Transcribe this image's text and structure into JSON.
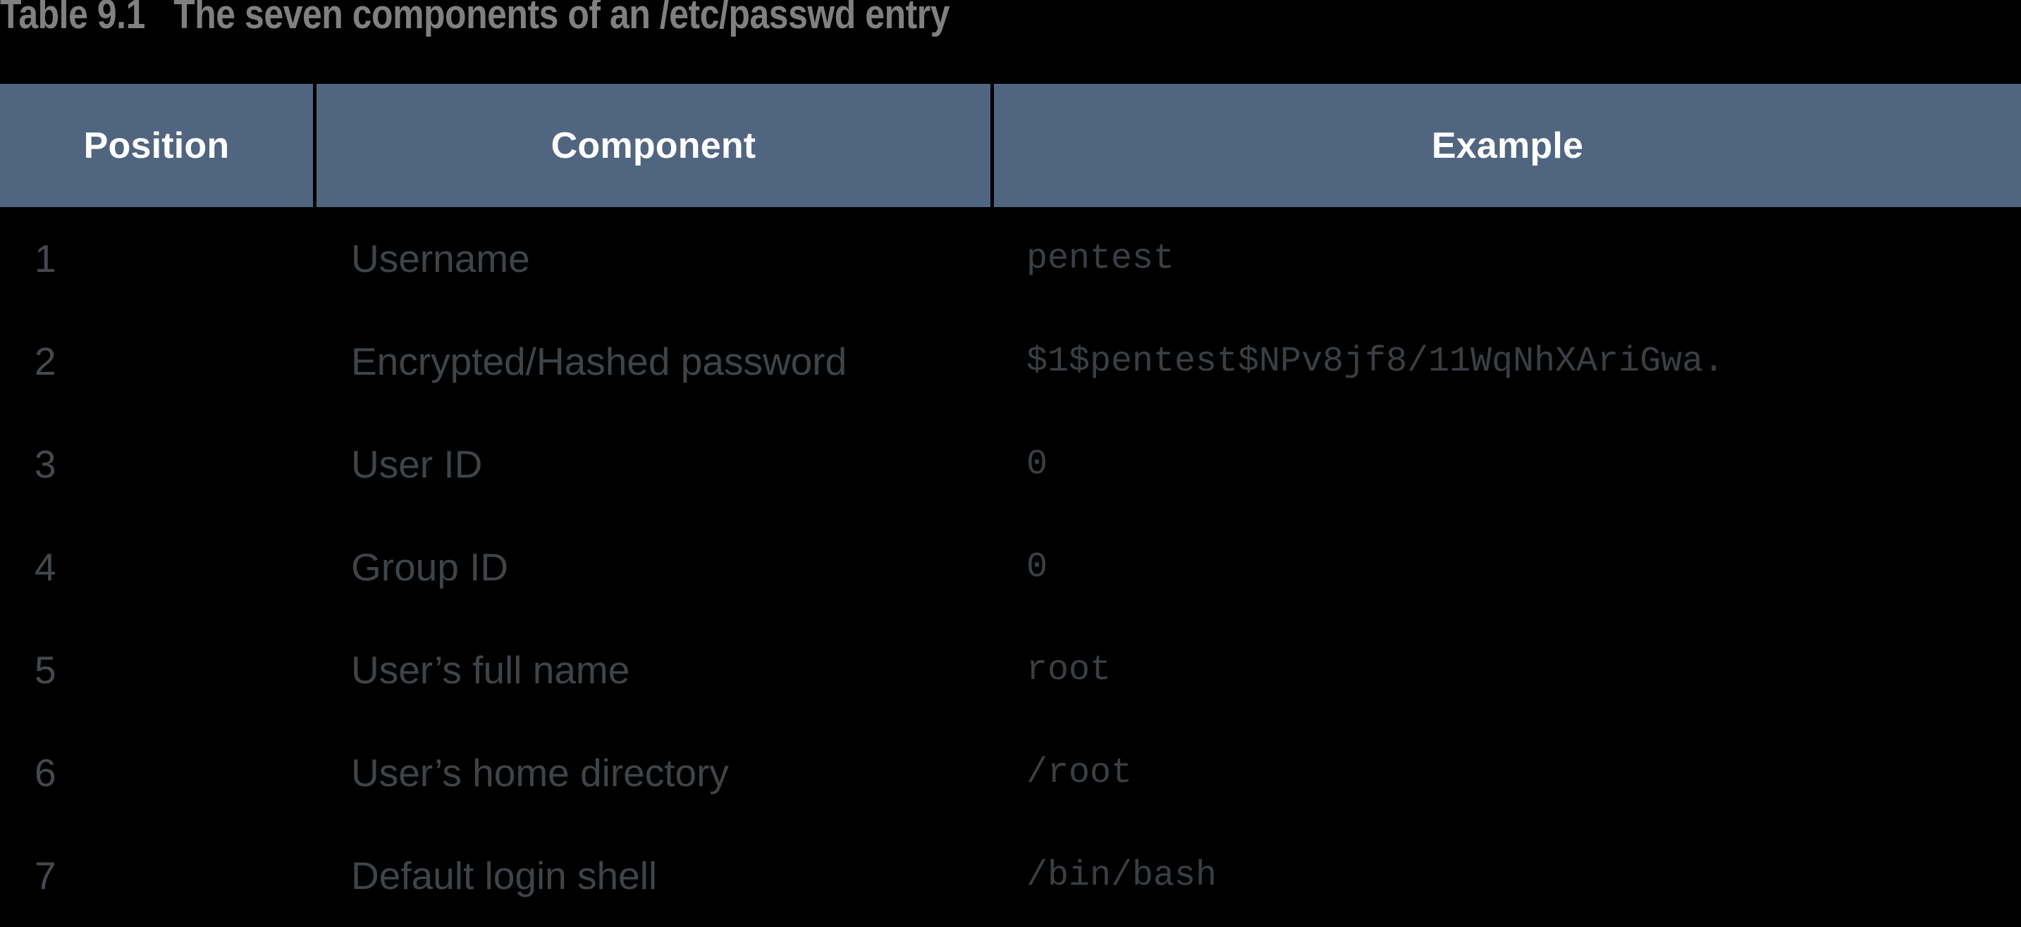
{
  "caption": {
    "label": "Table 9.1",
    "text": "Table 9.1   The seven components of an /etc/passwd entry"
  },
  "colors": {
    "header_background": "#506580",
    "header_text": "#ffffff",
    "page_background": "#000000",
    "caption_text": "#808080",
    "body_text": "#3f4449",
    "divider": "#000000"
  },
  "table": {
    "columns": [
      {
        "key": "position",
        "header": "Position"
      },
      {
        "key": "component",
        "header": "Component"
      },
      {
        "key": "example",
        "header": "Example"
      }
    ],
    "rows": [
      {
        "position": "1",
        "component": "Username",
        "example": "pentest"
      },
      {
        "position": "2",
        "component": "Encrypted/Hashed password",
        "example": "$1$pentest$NPv8jf8/11WqNhXAriGwa."
      },
      {
        "position": "3",
        "component": "User ID",
        "example": "0"
      },
      {
        "position": "4",
        "component": "Group ID",
        "example": "0"
      },
      {
        "position": "5",
        "component": "User’s full name",
        "example": "root"
      },
      {
        "position": "6",
        "component": "User’s home directory",
        "example": "/root"
      },
      {
        "position": "7",
        "component": "Default login shell",
        "example": "/bin/bash"
      }
    ]
  }
}
